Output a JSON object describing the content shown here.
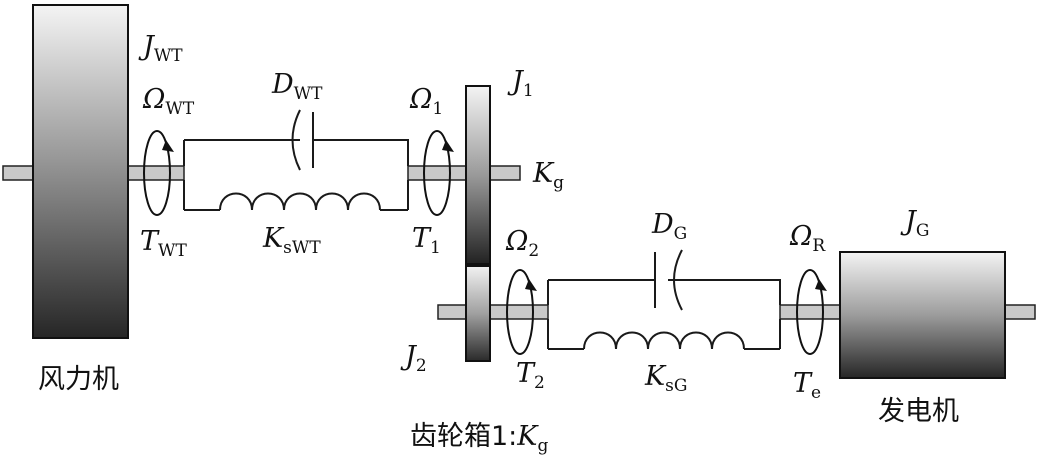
{
  "labels": {
    "J_WT": {
      "main": "J",
      "sub": "WT"
    },
    "Omega_WT": {
      "main": "Ω",
      "sub": "WT"
    },
    "T_WT": {
      "main": "T",
      "sub": "WT"
    },
    "D_WT": {
      "main": "D",
      "sub": "WT"
    },
    "K_sWT": {
      "main": "K",
      "sub": "sWT"
    },
    "Omega_1": {
      "main": "Ω",
      "sub": "1"
    },
    "T_1": {
      "main": "T",
      "sub": "1"
    },
    "J_1": {
      "main": "J",
      "sub": "1"
    },
    "K_g": {
      "main": "K",
      "sub": "g"
    },
    "J_2": {
      "main": "J",
      "sub": "2"
    },
    "Omega_2": {
      "main": "Ω",
      "sub": "2"
    },
    "T_2": {
      "main": "T",
      "sub": "2"
    },
    "D_G": {
      "main": "D",
      "sub": "G"
    },
    "K_sG": {
      "main": "K",
      "sub": "sG"
    },
    "Omega_R": {
      "main": "Ω",
      "sub": "R"
    },
    "T_e": {
      "main": "T",
      "sub": "e"
    },
    "J_G": {
      "main": "J",
      "sub": "G"
    }
  },
  "captions": {
    "wind_turbine": "风力机",
    "generator": "发电机",
    "gearbox_prefix": "齿轮箱1:",
    "gearbox_ratio": {
      "main": "K",
      "sub": "g"
    }
  },
  "colors": {
    "block_dark": "#262626",
    "block_light": "#f2f2f2",
    "shaft": "#c9c9c9",
    "line": "#1a1a1a"
  }
}
